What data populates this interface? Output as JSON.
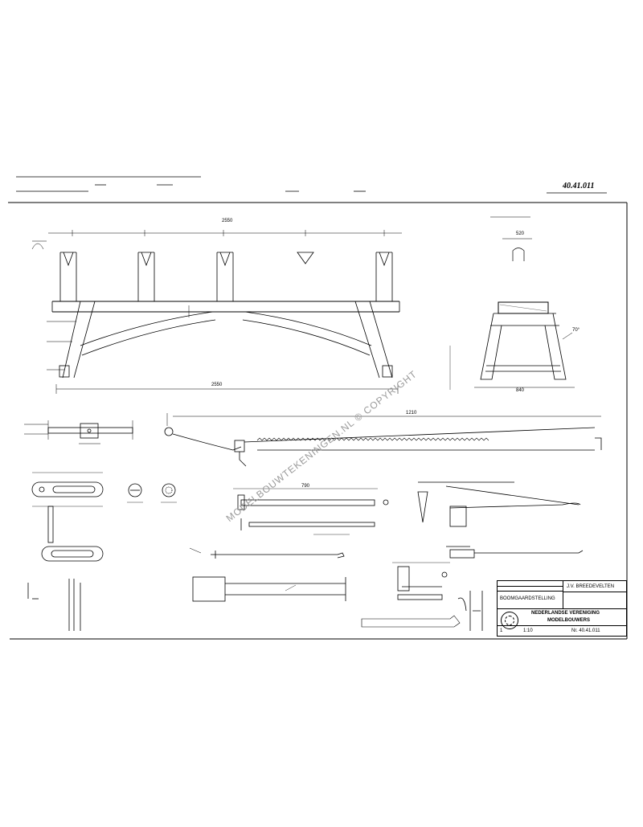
{
  "drawing_number": "40.41.011",
  "watermark": "MODELBOUWTEKENINGEN.NL © COPYRIGHT",
  "title_block": {
    "draftsman": "J.V. BREEDEVELTEN",
    "object": "BOOMGAARDSTELLING",
    "org_line1": "NEDERLANDSE VERENIGING",
    "org_line2": "MODELBOUWERS",
    "scale": "1:10",
    "sheet_ref": "Nr. 40.41.011",
    "date": "1"
  },
  "dims": {
    "overall_length": "2550",
    "top_width": "520",
    "section_base": "840",
    "side_angle": "70°",
    "saw_length": "1210",
    "bar_length": "790"
  }
}
